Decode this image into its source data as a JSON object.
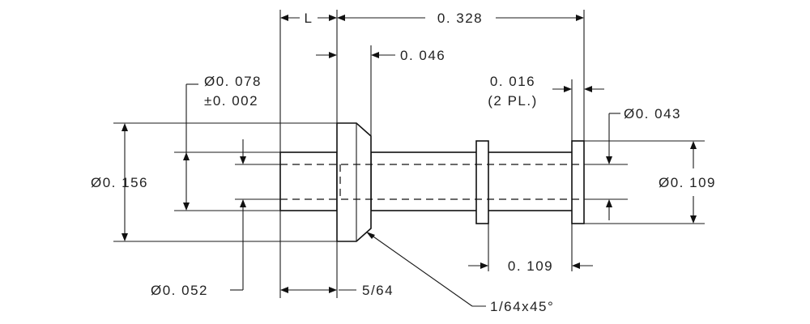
{
  "dimensions": {
    "length_l": "L",
    "overall_length": "0. 328",
    "head_thickness": "0. 046",
    "ring_width": "0. 016",
    "ring_count": "(2 PL.)",
    "pin_diameter": "Ø0. 043",
    "counterbore_diameter": "Ø0. 078",
    "counterbore_tol": "±0. 002",
    "head_diameter": "Ø0. 156",
    "shank_diameter": "Ø0. 109",
    "ring_spacing": "0. 109",
    "bore_diameter": "Ø0. 052",
    "counterbore_depth": "5/64",
    "chamfer": "1/64x45°"
  }
}
